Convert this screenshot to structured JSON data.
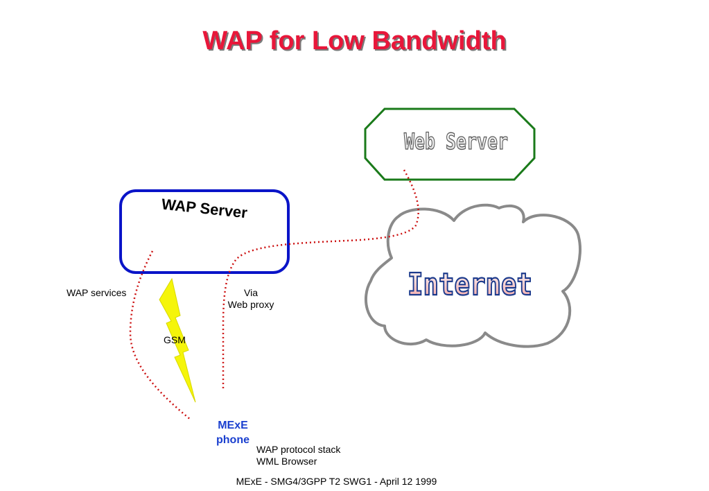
{
  "title": "WAP for Low Bandwidth",
  "nodes": {
    "web_server": "Web Server",
    "wap_server": "WAP Server",
    "internet": "Internet"
  },
  "labels": {
    "wap_services": "WAP services",
    "via_line1": "Via",
    "via_line2": "Web proxy",
    "gsm": "GSM",
    "phone_line1": "MExE",
    "phone_line2": "phone",
    "stack_line1": "WAP protocol stack",
    "stack_line2": "WML Browser"
  },
  "footer": "MExE - SMG4/3GPP T2 SWG1 - April 12 1999",
  "colors": {
    "title": "#e8173a",
    "web_server_border": "#1a7a1a",
    "wap_server_border": "#0a14c8",
    "cloud_border": "#8a8a8a",
    "dotted_link": "#cc1010",
    "lightning": "#f5f50a",
    "phone_text": "#1a3fcf"
  }
}
